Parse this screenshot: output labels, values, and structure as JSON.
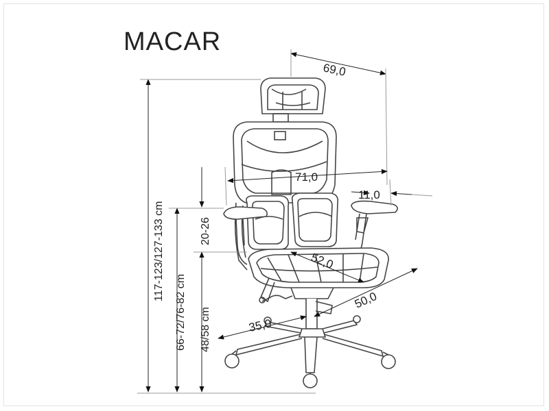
{
  "product": {
    "name": "MACAR"
  },
  "colors": {
    "line": "#222222",
    "chair_line": "#444444",
    "mesh": "#ffffff",
    "border": "#e2e2e2"
  },
  "dimensions": {
    "width_top": "69,0",
    "arm_width": "71,0",
    "arm_depth": "11,0",
    "seat_depth": "52,0",
    "seat_width": "50,0",
    "base_radius": "35,0",
    "total_height": "117-123/127-133 cm",
    "arm_height": "66-72/76-82 cm",
    "seat_height": "48/58 cm",
    "headrest_adjust": "20-26"
  }
}
